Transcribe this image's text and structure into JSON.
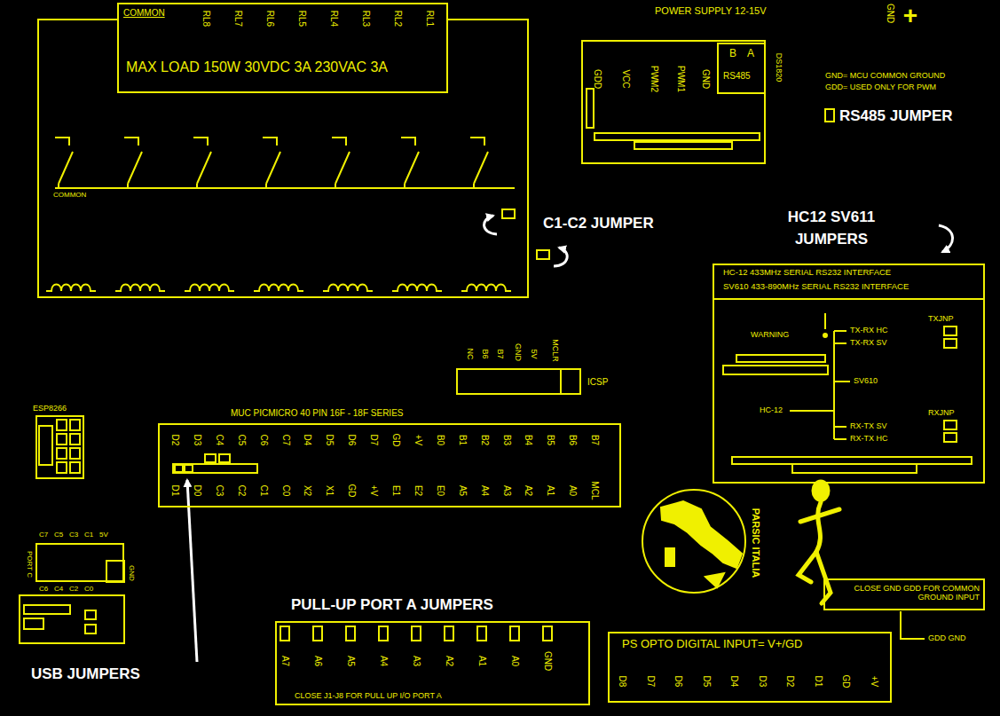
{
  "diagram": {
    "nodes": [
      {
        "text": [
          "COMMON",
          "MAX LOAD 150W 30VDC 3A 230VAC 3A"
        ]
      },
      {
        "text": [
          "GDD",
          "VCC",
          "PWM2",
          "PWM1",
          "GND"
        ]
      },
      {
        "text": [
          "B",
          "A",
          "RS485"
        ],
        "in": 1
      },
      {
        "text": [
          "HC-12 433MHz SERIAL RS232 INTERFACE",
          "SV610 433-890MHz SERIAL RS232 INTERFACE"
        ]
      },
      {
        "text": [
          "NC",
          "B6",
          "B7",
          "GND",
          "5V",
          "MCLR",
          "ICSP"
        ]
      },
      {
        "text": [
          "ESP8266"
        ]
      },
      {
        "text": [
          "MUC PICMICRO 40 PIN 16F - 18F SERIES"
        ]
      },
      {
        "text": [
          "PORT C"
        ]
      },
      {
        "text": [
          "CLOSE J1-J8 FOR PULL UP I/O PORT A"
        ]
      },
      {
        "text": [
          "PS OPTO DIGITAL INPUT= V+/GD"
        ]
      },
      {
        "text": [
          "CLOSE GND GDD FOR COMMON GROUND INPUT"
        ]
      }
    ],
    "labels": [
      "RL8",
      "RL7",
      "RL6",
      "RL5",
      "RL4",
      "RL3",
      "RL2",
      "RL1",
      "COMMON",
      "POWER SUPPLY 12-15V",
      "GND",
      "+",
      "DS1820",
      "GND= MCU COMMON GROUND",
      "GDD= USED ONLY FOR PWM",
      "RS485 JUMPER",
      "C1-C2 JUMPER",
      "HC12 SV611 JUMPERS",
      "WARNING",
      "TXJNP",
      "TX-RX HC",
      "TX-RX SV",
      "SV610",
      "HC-12",
      "RXJNP",
      "RX-TX SV",
      "RX-TX HC",
      "D2",
      "D3",
      "C4",
      "C5",
      "C6",
      "C7",
      "D4",
      "D5",
      "D6",
      "D7",
      "GD",
      "+V",
      "B0",
      "B1",
      "B2",
      "B3",
      "B4",
      "B5",
      "B6",
      "B7",
      "D1",
      "D0",
      "C3",
      "C2",
      "C1",
      "C0",
      "X2",
      "X1",
      "GD",
      "+V",
      "E1",
      "E2",
      "E0",
      "A5",
      "A4",
      "A3",
      "A2",
      "A1",
      "A0",
      "MCL",
      "C7",
      "C5",
      "C3",
      "C1",
      "5V",
      "GND",
      "C6",
      "C4",
      "C2",
      "C0",
      "USB JUMPERS",
      "PULL-UP PORT A JUMPERS",
      "A7",
      "A6",
      "A5",
      "A4",
      "A3",
      "A2",
      "A1",
      "A0",
      "GND",
      "D8",
      "D7",
      "D6",
      "D5",
      "D4",
      "D3",
      "D2",
      "D1",
      "GD",
      "+V",
      "GDD GND",
      "PARSIC ITALIA"
    ]
  }
}
